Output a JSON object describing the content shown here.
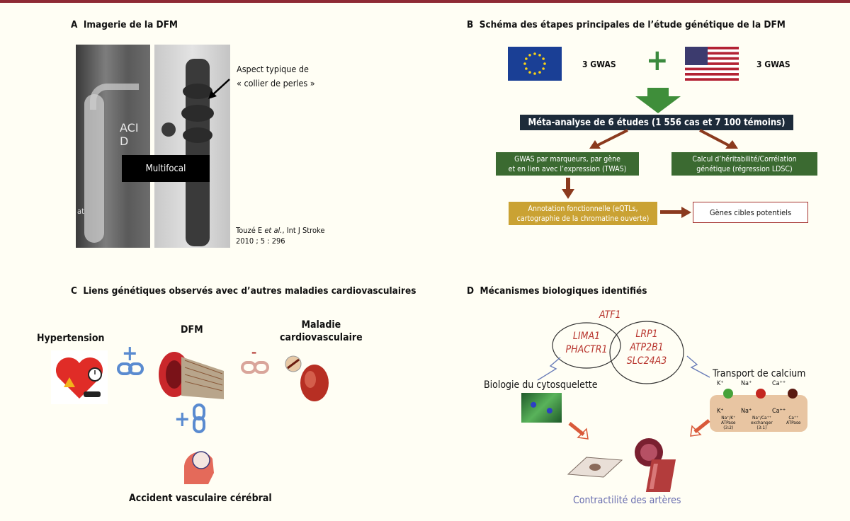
{
  "panelA": {
    "letter": "A",
    "title": "Imagerie de la DFM",
    "scan_label": "ACI D",
    "scan_corner": "at",
    "box_label": "Multifocal",
    "annotation_line1": "Aspect typique de",
    "annotation_line2": "« collier de perles »",
    "ref_author": "Touzé E ",
    "ref_etal": "et al.",
    "ref_journal": ", Int J Stroke",
    "ref_year": "2010 ; 5 : 296"
  },
  "panelB": {
    "letter": "B",
    "title": "Schéma des étapes principales de l’étude génétique de la DFM",
    "eu_gwas": "3 GWAS",
    "us_gwas": "3 GWAS",
    "plus": "+",
    "meta": "Méta-analyse de 6 études (1 556 cas et 7 100 témoins)",
    "gwas_box_line1": "GWAS par marqueurs, par gène",
    "gwas_box_line2": "et en lien avec l’expression (TWAS)",
    "herit_box_line1": "Calcul d’héritabilité/Corrélation",
    "herit_box_line2": "génétique (régression LDSC)",
    "annot_line1": "Annotation fonctionnelle (eQTLs,",
    "annot_line2": "cartographie de la chromatine ouverte)",
    "targets": "Gènes cibles potentiels"
  },
  "panelC": {
    "letter": "C",
    "title": "Liens génétiques observés avec d’autres maladies cardiovasculaires",
    "hypertension": "Hypertension",
    "dfm": "DFM",
    "cardio_line1": "Maladie",
    "cardio_line2": "cardiovasculaire",
    "avc": "Accident vasculaire cérébral",
    "plus_sign": "+",
    "minus_sign": "–"
  },
  "panelD": {
    "letter": "D",
    "title": "Mécanismes biologiques identifiés",
    "atf1": "ATF1",
    "left_genes": [
      "LIMA1",
      "PHACTR1"
    ],
    "right_genes": [
      "LRP1",
      "ATP2B1",
      "SLC24A3"
    ],
    "cyto": "Biologie du cytosquelette",
    "calcium": "Transport de calcium",
    "ion_k": "K⁺",
    "ion_na": "Na⁺",
    "ion_ca": "Ca⁺⁺",
    "pump1_line1": "Na⁺/K⁺",
    "pump1_line2": "ATPase",
    "pump1_line3": "(3:2)",
    "pump2_line1": "Na⁺/Ca⁺⁺",
    "pump2_line2": "exchanger",
    "pump2_line3": "(3:1)",
    "pump3_line1": "Ca⁺⁺",
    "pump3_line2": "ATPase",
    "contractility": "Contractilité des artères"
  },
  "colors": {
    "topbar": "#8e2a35",
    "navy": "#1d2b3a",
    "green": "#3b6a31",
    "gold": "#caa233",
    "brown_arrow": "#8b3a1e",
    "gene_red": "#b8352e",
    "contractility_blue": "#6a6fb0"
  }
}
